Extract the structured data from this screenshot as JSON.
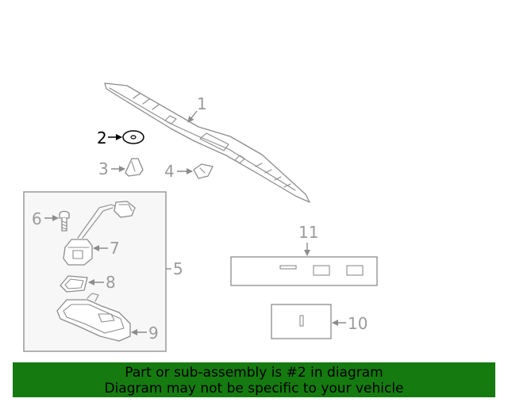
{
  "callouts": {
    "c1": "1",
    "c2": "2",
    "c3": "3",
    "c4": "4",
    "c5": "5",
    "c6": "6",
    "c7": "7",
    "c8": "8",
    "c9": "9",
    "c10": "10",
    "c11": "11"
  },
  "highlighted_part": "2",
  "colors": {
    "banner_background": "#157a10",
    "line_art": "#8c8c8c",
    "highlight": "#000000"
  },
  "banner": {
    "line1": "Part or sub-assembly is #2 in diagram",
    "line2": "Diagram may not be specific to your vehicle"
  }
}
